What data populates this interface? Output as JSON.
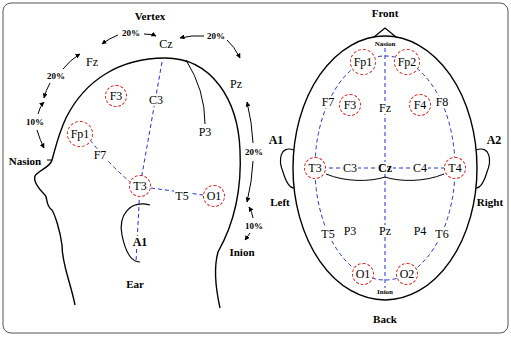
{
  "diagram": {
    "nodes": [
      {
        "text": [
          "F3"
        ]
      },
      {
        "text": [
          "Fp1"
        ]
      },
      {
        "text": [
          "T3"
        ]
      },
      {
        "text": [
          "O1"
        ]
      },
      {
        "text": [
          "Fp1"
        ]
      },
      {
        "text": [
          "Fp2"
        ]
      },
      {
        "text": [
          "F3"
        ]
      },
      {
        "text": [
          "F4"
        ]
      },
      {
        "text": [
          "T3"
        ]
      },
      {
        "text": [
          "T4"
        ]
      },
      {
        "text": [
          "O1"
        ]
      },
      {
        "text": [
          "O2"
        ]
      }
    ],
    "labels": [
      "Vertex",
      "20%",
      "20%",
      "20%",
      "20%",
      "10%",
      "10%",
      "Nasion",
      "Inion",
      "Ear",
      "Fz",
      "Cz",
      "C3",
      "Pz",
      "P3",
      "F7",
      "T5",
      "A1",
      "Front",
      "Nasion",
      "F7",
      "Fz",
      "F8",
      "A1",
      "A2",
      "C3",
      "Cz",
      "C4",
      "Left",
      "Right",
      "T5",
      "P3",
      "Pz",
      "P4",
      "T6",
      "Inion",
      "Back"
    ]
  }
}
